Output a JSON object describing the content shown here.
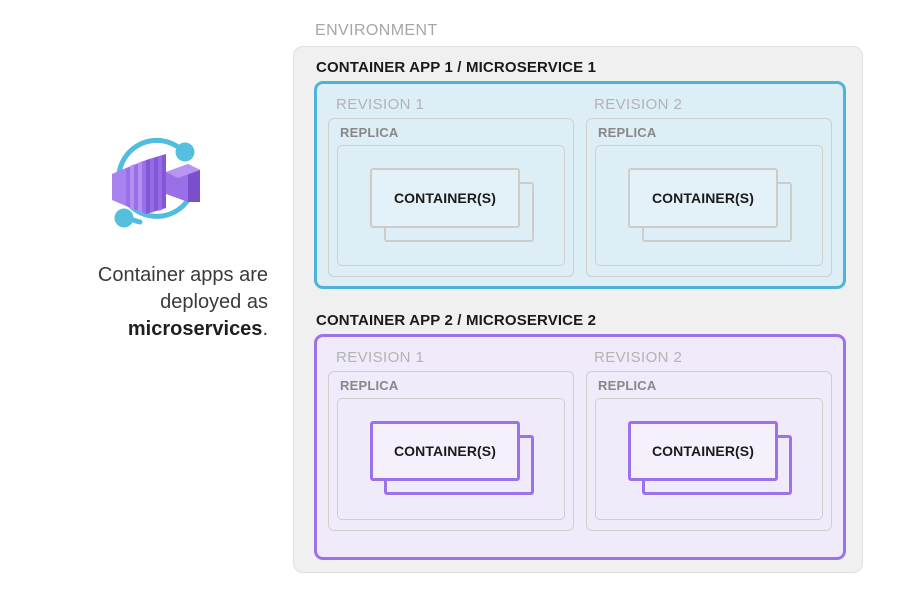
{
  "caption": {
    "line1": "Container apps are",
    "line2": "deployed as",
    "line3_strong": "microservices",
    "line3_suffix": "."
  },
  "icon": {
    "name": "azure-container-apps-icon",
    "box_color": "#9b6fe8",
    "box_color_light": "#a882ef",
    "box_color_dark": "#8358d6",
    "arc_color": "#50bcdf"
  },
  "environment": {
    "label": "ENVIRONMENT",
    "background": "#f0f0f0",
    "border": "#e0e0e0"
  },
  "apps": [
    {
      "title": "CONTAINER APP 1 / MICROSERVICE 1",
      "accent": "#4fb3d9",
      "fill": "#ddeef6",
      "revisions": [
        {
          "label": "REVISION 1",
          "replica_label": "REPLICA",
          "container_label": "CONTAINER(S)"
        },
        {
          "label": "REVISION 2",
          "replica_label": "REPLICA",
          "container_label": "CONTAINER(S)"
        }
      ]
    },
    {
      "title": "CONTAINER APP 2 / MICROSERVICE 2",
      "accent": "#9b72ec",
      "fill": "#efebfa",
      "revisions": [
        {
          "label": "REVISION 1",
          "replica_label": "REPLICA",
          "container_label": "CONTAINER(S)"
        },
        {
          "label": "REVISION 2",
          "replica_label": "REPLICA",
          "container_label": "CONTAINER(S)"
        }
      ]
    }
  ]
}
